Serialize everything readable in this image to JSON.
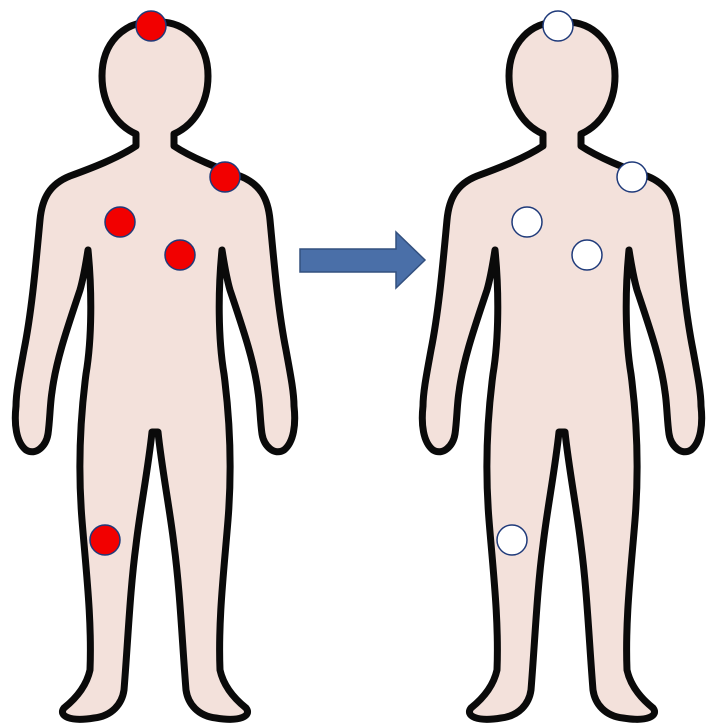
{
  "colors": {
    "skin": "#F3E1DB",
    "outline": "#0A0A0A",
    "marker_before": "#F20000",
    "marker_after": "#FFFFFF",
    "marker_border": "#1F3A7A",
    "arrow_fill": "#4A6FA8",
    "arrow_stroke": "#33507F"
  },
  "figures": [
    {
      "name": "figure-before",
      "marker_state": "before",
      "markers": [
        "head",
        "left-shoulder",
        "right-chest",
        "left-chest",
        "right-thigh"
      ]
    },
    {
      "name": "figure-after",
      "marker_state": "after",
      "markers": [
        "head",
        "left-shoulder",
        "right-chest",
        "left-chest",
        "right-thigh"
      ]
    }
  ],
  "arrow": {
    "icon": "right-arrow-icon",
    "direction": "right"
  }
}
